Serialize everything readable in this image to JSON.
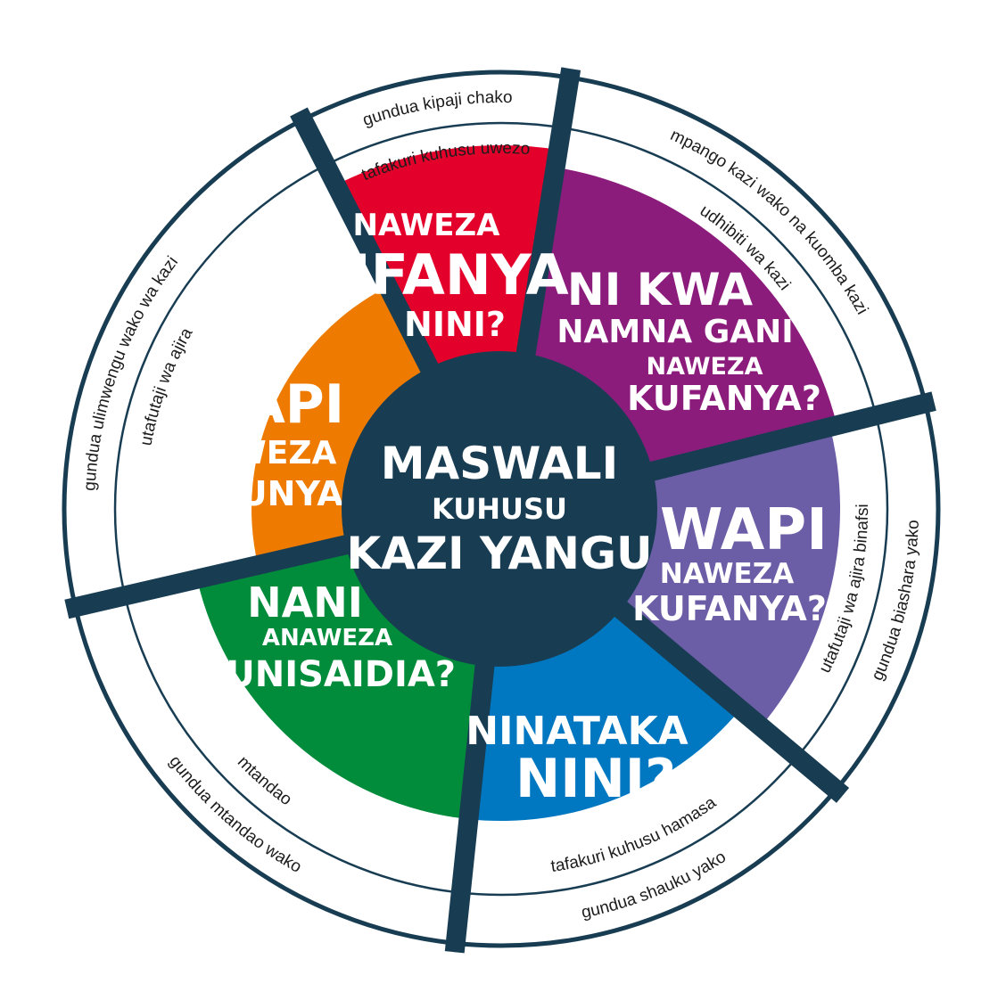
{
  "colors": {
    "navy": "#183d53",
    "red": "#e3002b",
    "purple": "#8c1c7c",
    "violet": "#6c5ea6",
    "blue": "#0078c1",
    "green": "#008c3a",
    "orange": "#ee7b00",
    "ring_fill": "#ffffff",
    "ring_stroke": "#183d53"
  },
  "center": {
    "line1": "MASWALI",
    "line2": "KUHUSU",
    "line3": "KAZI YANGU"
  },
  "segments": [
    {
      "name": "red",
      "color_key": "red",
      "lines": [
        "NAWEZA",
        "KUFANYA",
        "NINI?"
      ],
      "inner_label": "tafakuri kuhusu uwezo",
      "outer_label": "gundua kipaji chako"
    },
    {
      "name": "purple",
      "color_key": "purple",
      "lines": [
        "NI KWA",
        "NAMNA GANI",
        "NAWEZA",
        "KUFANYA?"
      ],
      "inner_label": "udhibiti wa kazi",
      "outer_label": "mpango kazi wako na kuomba kazi"
    },
    {
      "name": "violet",
      "color_key": "violet",
      "lines": [
        "WAPI",
        "NAWEZA",
        "KUFANYA?"
      ],
      "inner_label": "utafutaji wa ajira binafsi",
      "outer_label": "gundua biashara yako"
    },
    {
      "name": "blue",
      "color_key": "blue",
      "lines": [
        "NINATAKA",
        "NINI?"
      ],
      "inner_label": "tafakuri kuhusu hamasa",
      "outer_label": "gundua shauku yako"
    },
    {
      "name": "green",
      "color_key": "green",
      "lines": [
        "NANI",
        "ANAWEZA",
        "KUNISAIDIA?"
      ],
      "inner_label": "mtandao",
      "outer_label": "gundua mtandao wako"
    },
    {
      "name": "orange",
      "color_key": "orange",
      "lines": [
        "WAPI",
        "NAWEZA",
        "KUFUNYA"
      ],
      "inner_label": "utafutaji wa ajira",
      "outer_label": "gundua ulimwengu wako wa kazi"
    }
  ]
}
